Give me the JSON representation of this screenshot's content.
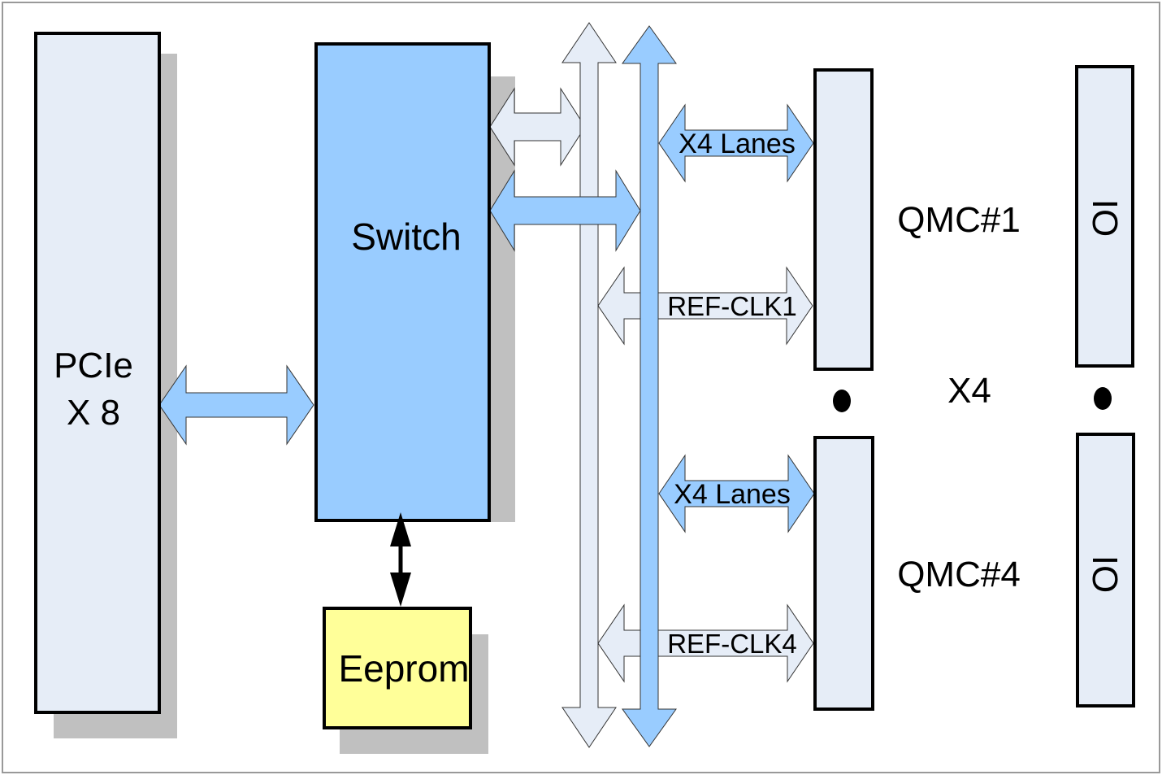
{
  "blocks": {
    "pcie_line1": "PCIe",
    "pcie_line2": "X 8",
    "switch": "Switch",
    "eeprom": "Eeprom",
    "qmc1": "QMC#1",
    "qmc4": "QMC#4",
    "io_top": "IO",
    "io_bottom": "IO",
    "multiplier": "X4"
  },
  "links": {
    "lanes_top": "X4 Lanes",
    "refclk1": "REF-CLK1",
    "lanes_bottom": "X4 Lanes",
    "refclk4": "REF-CLK4"
  },
  "colors": {
    "light": "#e6edf7",
    "blue": "#99ccff",
    "yellow": "#ffff99",
    "shadow": "#c0c0c0"
  }
}
